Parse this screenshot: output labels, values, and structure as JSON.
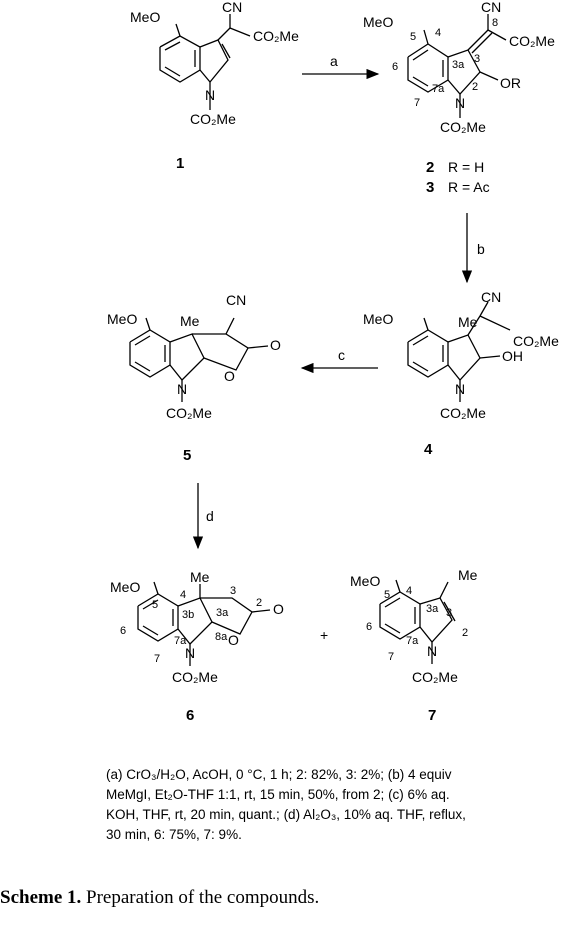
{
  "labels": {
    "meo": "MeO",
    "cn": "CN",
    "co2me": "CO₂Me",
    "me": "Me",
    "n": "N",
    "o": "O",
    "or": "OR",
    "oh": "OH",
    "plus": "+"
  },
  "numbering": [
    "3a",
    "4",
    "5",
    "6",
    "7",
    "7a",
    "2",
    "3",
    "8",
    "3b",
    "8a"
  ],
  "compounds": [
    "1",
    "2",
    "3",
    "4",
    "5",
    "6",
    "7"
  ],
  "r_defs": {
    "c2": "R = H",
    "c3": "R = Ac"
  },
  "steps": [
    "a",
    "b",
    "c",
    "d"
  ],
  "conditions": [
    "(a)  CrO₃/H₂O,  AcOH, 0 °C, 1 h; 2: 82%, 3: 2%;  (b)  4 equiv",
    "MeMgI,  Et₂O-THF  1:1,  rt, 15 min, 50%, from 2;  (c)  6% aq.",
    "KOH, THF, rt, 20 min, quant.; (d) Al₂O₃, 10% aq. THF, reflux,",
    "30 min, 6: 75%, 7: 9%."
  ],
  "caption": {
    "label": "Scheme 1.",
    "text": " Preparation of the compounds."
  }
}
